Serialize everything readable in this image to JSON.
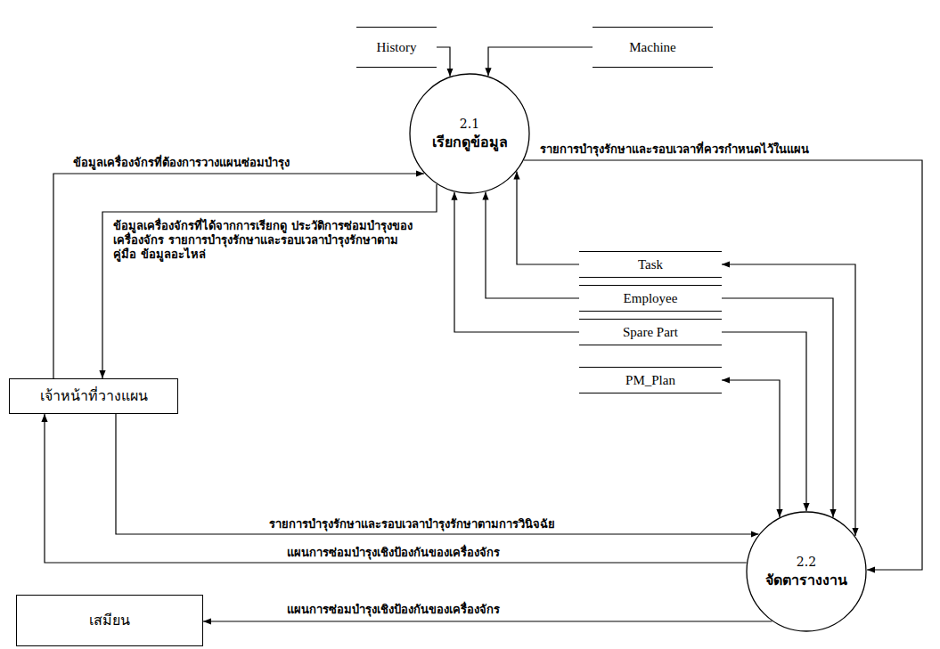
{
  "diagram": {
    "nodes": [
      {
        "text": [
          "History"
        ]
      },
      {
        "text": [
          "Machine"
        ]
      },
      {
        "text": [
          "2.1",
          "เรียกดูข้อมูล"
        ]
      },
      {
        "text": [
          "Task"
        ]
      },
      {
        "text": [
          "Employee"
        ]
      },
      {
        "text": [
          "Spare Part"
        ]
      },
      {
        "text": [
          "PM_Plan"
        ]
      },
      {
        "text": [
          "เจ้าหน้าที่วางแผน"
        ]
      },
      {
        "text": [
          "2.2",
          "จัดตารางงาน"
        ]
      },
      {
        "text": [
          "เสมียน"
        ]
      }
    ],
    "edges": [
      {
        "from": 0,
        "to": 2,
        "arrow": "to"
      },
      {
        "from": 1,
        "to": 2,
        "arrow": "to"
      },
      {
        "from": 7,
        "to": 2,
        "label": "ข้อมูลเครื่องจักรที่ต้องการวางแผนซ่อมบำรุง",
        "arrow": "to"
      },
      {
        "from": 2,
        "to": 7,
        "label": "ข้อมูลเครื่องจักรที่ได้จากการเรียกดู ประวัติการซ่อมบำรุงของเครื่องจักร รายการบำรุงรักษาและรอบเวลาบำรุงรักษาตามคู่มือ ข้อมูลอะไหล่",
        "arrow": "to"
      },
      {
        "from": 2,
        "to": 8,
        "label": "รายการบำรุงรักษาและรอบเวลาที่ควรกำหนดไว้ในแผน",
        "arrow": "to"
      },
      {
        "from": 3,
        "to": 2,
        "arrow": "to"
      },
      {
        "from": 4,
        "to": 2,
        "arrow": "to"
      },
      {
        "from": 5,
        "to": 2,
        "arrow": "to"
      },
      {
        "from": 3,
        "to": 8,
        "arrow": "both"
      },
      {
        "from": 4,
        "to": 8,
        "arrow": "to"
      },
      {
        "from": 5,
        "to": 8,
        "arrow": "to"
      },
      {
        "from": 6,
        "to": 8,
        "arrow": "both"
      },
      {
        "from": 7,
        "to": 8,
        "label": "รายการบำรุงรักษาและรอบเวลาบำรุงรักษาตามการวินิจฉัย",
        "arrow": "to"
      },
      {
        "from": 8,
        "to": 7,
        "label": "แผนการซ่อมบำรุงเชิงป้องกันของเครื่องจักร",
        "arrow": "to"
      },
      {
        "from": 8,
        "to": 9,
        "label": "แผนการซ่อมบำรุงเชิงป้องกันของเครื่องจักร",
        "arrow": "to"
      }
    ]
  }
}
